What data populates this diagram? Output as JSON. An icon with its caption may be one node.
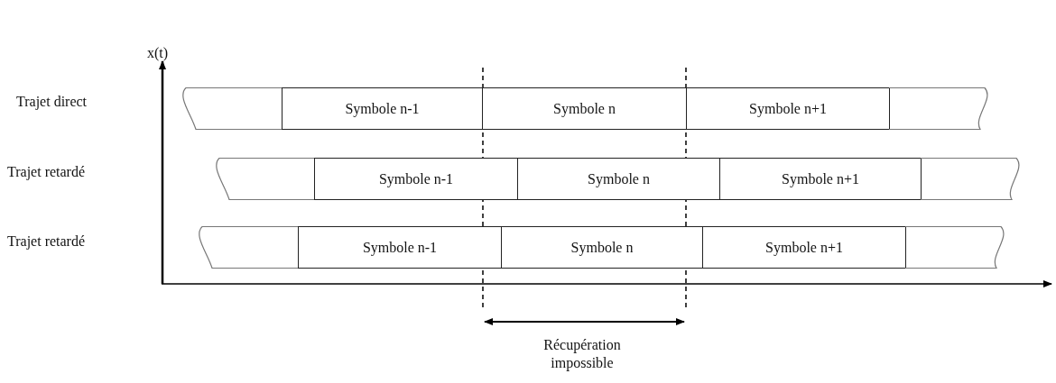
{
  "diagram": {
    "nodes": [
      {
        "text": [],
        "shape": "box"
      },
      {
        "text": [
          "Symbole n-1"
        ]
      },
      {
        "text": [
          "Symbole n"
        ]
      },
      {
        "text": [
          "Symbole n+1"
        ]
      },
      {
        "text": [],
        "shape": "box"
      },
      {
        "text": [],
        "shape": "box"
      },
      {
        "text": [
          "Symbole n-1"
        ]
      },
      {
        "text": [
          "Symbole n"
        ]
      },
      {
        "text": [
          "Symbole n+1"
        ]
      },
      {
        "text": [],
        "shape": "box"
      },
      {
        "text": [],
        "shape": "box"
      },
      {
        "text": [
          "Symbole n-1"
        ]
      },
      {
        "text": [
          "Symbole n"
        ]
      },
      {
        "text": [
          "Symbole n+1"
        ]
      },
      {
        "text": [],
        "shape": "box"
      }
    ],
    "labels": [
      "x(t)",
      "Trajet direct",
      "Trajet retardé",
      "Trajet retardé",
      "Récupération impossible"
    ]
  }
}
